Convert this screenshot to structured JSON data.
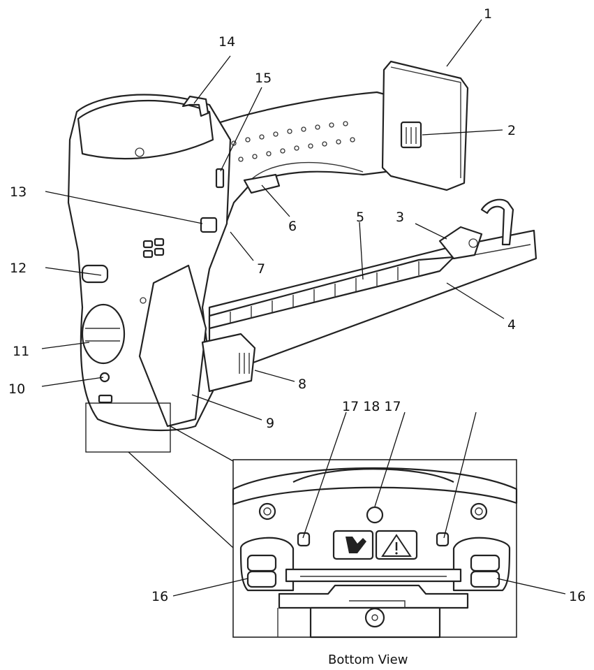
{
  "labels": {
    "l1": "1",
    "l2": "2",
    "l3": "3",
    "l4": "4",
    "l5": "5",
    "l6": "6",
    "l7": "7",
    "l8": "8",
    "l9": "9",
    "l10": "10",
    "l11": "11",
    "l12": "12",
    "l13": "13",
    "l14": "14",
    "l15": "15",
    "l16a": "16",
    "l16b": "16",
    "l17_18_17": "17 18 17"
  },
  "caption": "Bottom View"
}
